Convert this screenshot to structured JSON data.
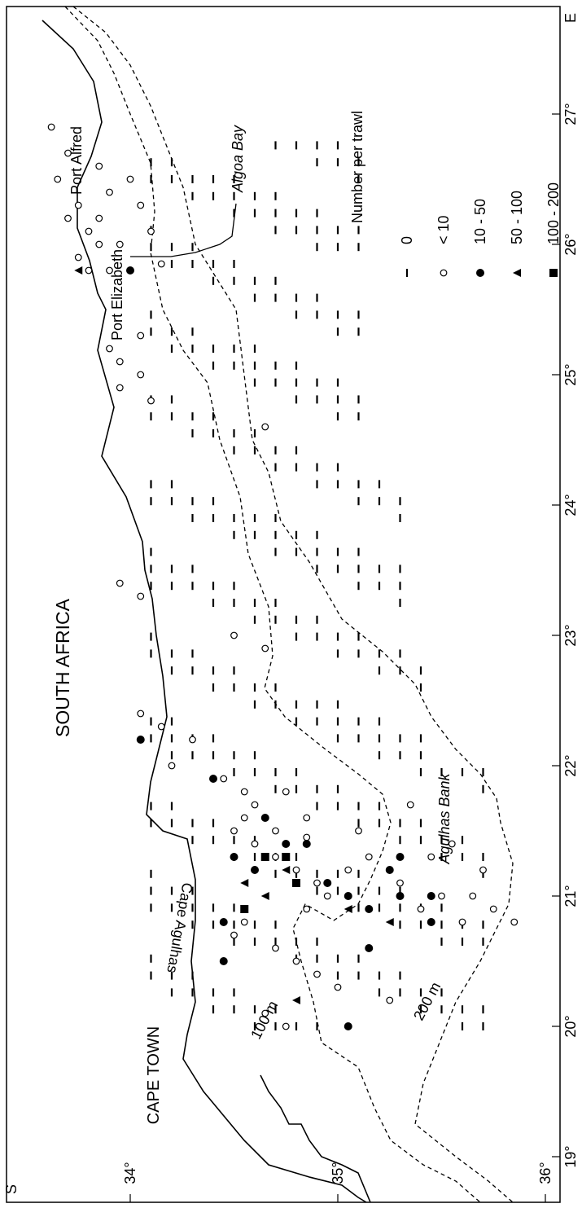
{
  "map": {
    "labels": {
      "country": "SOUTH AFRICA",
      "cape_town": "CAPE TOWN",
      "cape_agulhas": "Cape Agulhas",
      "port_elizabeth": "Port Elizabeth",
      "port_alfred": "Port Alfred",
      "algoa_bay": "Algoa Bay",
      "agulhas_bank": "Agulhas Bank",
      "iso_100": "100 m",
      "iso_200": "200 m"
    },
    "axes": {
      "lon_ticks": [
        "19°",
        "20°",
        "21°",
        "22°",
        "23°",
        "24°",
        "25°",
        "26°",
        "27°"
      ],
      "lon_hemisphere": "E",
      "lat_ticks": [
        "34°",
        "35°",
        "36°"
      ],
      "lat_hemisphere": "S"
    },
    "legend": {
      "title": "Number per trawl",
      "items": [
        {
          "symbol": "dash",
          "label": "0"
        },
        {
          "symbol": "open-circle",
          "label": "< 10"
        },
        {
          "symbol": "filled-circle",
          "label": "10 - 50"
        },
        {
          "symbol": "triangle",
          "label": "50 - 100"
        },
        {
          "symbol": "square",
          "label": "100 - 200"
        }
      ]
    },
    "stations": {
      "open_circle": [
        [
          26.9,
          33.62
        ],
        [
          26.7,
          33.7
        ],
        [
          26.5,
          33.65
        ],
        [
          26.3,
          33.75
        ],
        [
          26.2,
          33.7
        ],
        [
          26.1,
          33.8
        ],
        [
          26.0,
          33.85
        ],
        [
          25.9,
          33.75
        ],
        [
          25.8,
          33.8
        ],
        [
          26.6,
          33.85
        ],
        [
          26.4,
          33.9
        ],
        [
          26.2,
          33.85
        ],
        [
          26.0,
          33.95
        ],
        [
          25.8,
          33.9
        ],
        [
          26.5,
          34.0
        ],
        [
          26.3,
          34.05
        ],
        [
          25.85,
          34.15
        ],
        [
          26.1,
          34.1
        ],
        [
          25.3,
          34.05
        ],
        [
          25.2,
          33.9
        ],
        [
          25.1,
          33.95
        ],
        [
          25.0,
          34.05
        ],
        [
          24.9,
          33.95
        ],
        [
          24.8,
          34.1
        ],
        [
          24.6,
          34.65
        ],
        [
          23.4,
          33.95
        ],
        [
          23.3,
          34.05
        ],
        [
          23.0,
          34.5
        ],
        [
          22.9,
          34.65
        ],
        [
          22.4,
          34.05
        ],
        [
          22.3,
          34.15
        ],
        [
          22.2,
          34.3
        ],
        [
          22.0,
          34.2
        ],
        [
          21.9,
          34.45
        ],
        [
          21.8,
          34.55
        ],
        [
          21.7,
          34.6
        ],
        [
          21.6,
          34.55
        ],
        [
          21.5,
          34.5
        ],
        [
          21.4,
          34.6
        ],
        [
          21.3,
          34.7
        ],
        [
          21.2,
          34.8
        ],
        [
          21.1,
          34.9
        ],
        [
          21.0,
          34.95
        ],
        [
          20.9,
          34.85
        ],
        [
          20.8,
          34.55
        ],
        [
          20.7,
          34.5
        ],
        [
          20.6,
          34.7
        ],
        [
          20.5,
          34.8
        ],
        [
          20.4,
          34.9
        ],
        [
          20.3,
          35.0
        ],
        [
          20.2,
          35.25
        ],
        [
          20.1,
          34.65
        ],
        [
          20.0,
          34.75
        ],
        [
          21.7,
          35.35
        ],
        [
          21.5,
          35.1
        ],
        [
          21.3,
          35.15
        ],
        [
          21.2,
          35.05
        ],
        [
          21.1,
          35.3
        ],
        [
          21.0,
          35.5
        ],
        [
          20.9,
          35.4
        ],
        [
          20.8,
          35.6
        ],
        [
          21.4,
          35.55
        ],
        [
          21.3,
          35.45
        ],
        [
          21.2,
          35.7
        ],
        [
          21.0,
          35.65
        ],
        [
          20.9,
          35.75
        ],
        [
          20.8,
          35.85
        ],
        [
          21.6,
          34.85
        ],
        [
          21.8,
          34.75
        ],
        [
          21.5,
          34.7
        ],
        [
          21.45,
          34.85
        ]
      ],
      "filled_circle": [
        [
          25.8,
          34.0
        ],
        [
          22.2,
          34.05
        ],
        [
          21.9,
          34.4
        ],
        [
          21.6,
          34.65
        ],
        [
          21.4,
          34.85
        ],
        [
          21.3,
          34.5
        ],
        [
          21.1,
          34.95
        ],
        [
          21.0,
          35.05
        ],
        [
          20.9,
          35.15
        ],
        [
          20.8,
          34.45
        ],
        [
          20.6,
          35.15
        ],
        [
          20.5,
          34.45
        ],
        [
          20.0,
          35.05
        ],
        [
          21.3,
          35.3
        ],
        [
          21.2,
          35.25
        ],
        [
          21.0,
          35.3
        ],
        [
          21.0,
          35.45
        ],
        [
          20.8,
          35.45
        ],
        [
          21.4,
          34.75
        ],
        [
          21.2,
          34.6
        ]
      ],
      "triangle": [
        [
          25.8,
          33.75
        ],
        [
          21.2,
          34.75
        ],
        [
          21.1,
          34.55
        ],
        [
          21.0,
          34.65
        ],
        [
          20.8,
          35.25
        ],
        [
          20.9,
          35.05
        ],
        [
          20.2,
          34.8
        ]
      ],
      "square": [
        [
          21.3,
          34.65
        ],
        [
          21.1,
          34.8
        ],
        [
          20.9,
          34.55
        ],
        [
          21.3,
          34.75
        ]
      ]
    }
  }
}
